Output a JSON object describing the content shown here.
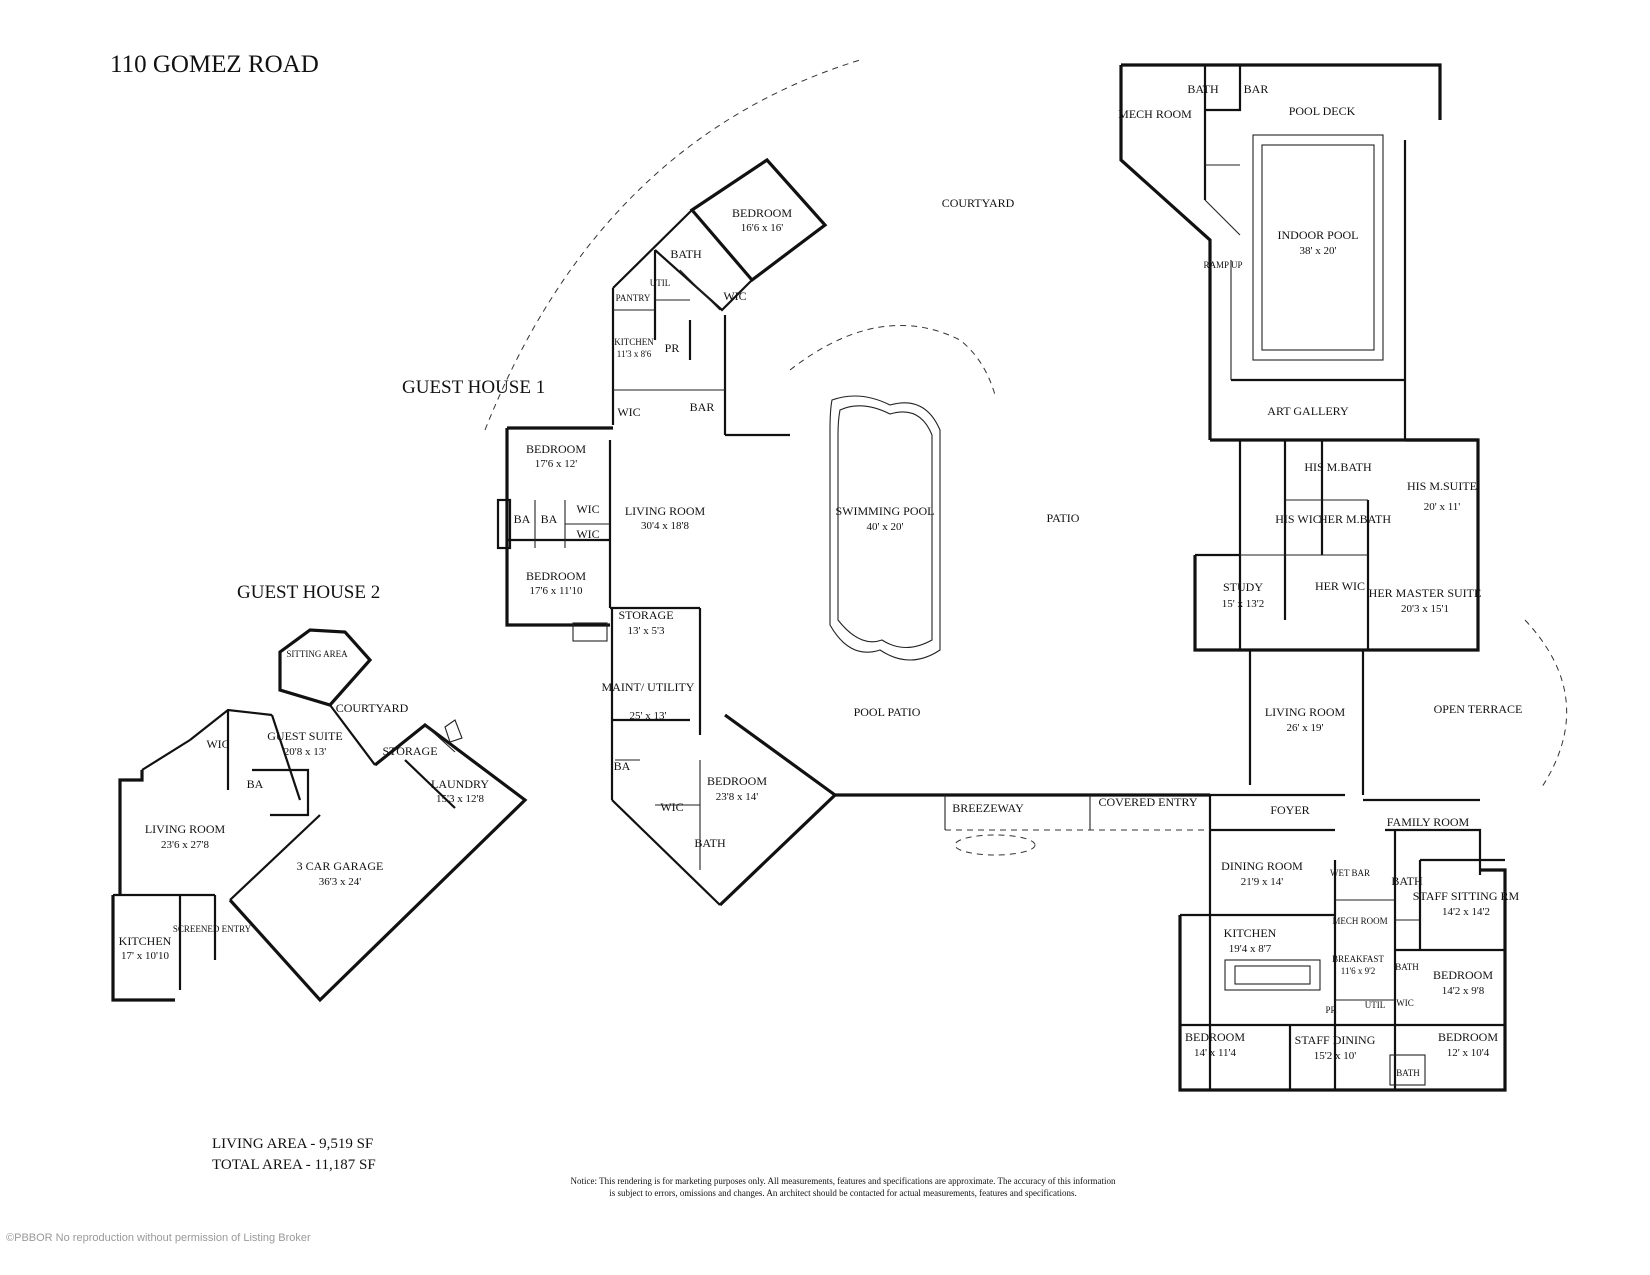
{
  "title": "110 GOMEZ ROAD",
  "sections": {
    "guest_house_1": "GUEST HOUSE 1",
    "guest_house_2": "GUEST HOUSE 2"
  },
  "rooms": [
    {
      "id": "mech-room-n",
      "name": "MECH ROOM",
      "dims": ""
    },
    {
      "id": "bath-pool",
      "name": "BATH",
      "dims": ""
    },
    {
      "id": "bar-pool",
      "name": "BAR",
      "dims": ""
    },
    {
      "id": "pool-deck",
      "name": "POOL DECK",
      "dims": ""
    },
    {
      "id": "indoor-pool",
      "name": "INDOOR POOL",
      "dims": "38' x 20'"
    },
    {
      "id": "ramp-up",
      "name": "RAMP UP",
      "dims": ""
    },
    {
      "id": "courtyard-main",
      "name": "COURTYARD",
      "dims": ""
    },
    {
      "id": "gh1-bedroom-ne",
      "name": "BEDROOM",
      "dims": "16'6 x 16'"
    },
    {
      "id": "gh1-bath",
      "name": "BATH",
      "dims": ""
    },
    {
      "id": "gh1-util",
      "name": "UTIL",
      "dims": ""
    },
    {
      "id": "gh1-pantry",
      "name": "PANTRY",
      "dims": ""
    },
    {
      "id": "gh1-wic-ne",
      "name": "WIC",
      "dims": ""
    },
    {
      "id": "gh1-kitchen",
      "name": "KITCHEN",
      "dims": "11'3 x 8'6"
    },
    {
      "id": "gh1-pr",
      "name": "PR",
      "dims": ""
    },
    {
      "id": "gh1-bar",
      "name": "BAR",
      "dims": ""
    },
    {
      "id": "gh1-wic-n",
      "name": "WIC",
      "dims": ""
    },
    {
      "id": "gh1-bedroom-w1",
      "name": "BEDROOM",
      "dims": "17'6 x 12'"
    },
    {
      "id": "gh1-living",
      "name": "LIVING ROOM",
      "dims": "30'4 x 18'8"
    },
    {
      "id": "gh1-ba1",
      "name": "BA",
      "dims": ""
    },
    {
      "id": "gh1-ba2",
      "name": "BA",
      "dims": ""
    },
    {
      "id": "gh1-wic-a",
      "name": "WIC",
      "dims": ""
    },
    {
      "id": "gh1-wic-b",
      "name": "WIC",
      "dims": ""
    },
    {
      "id": "gh1-bedroom-w2",
      "name": "BEDROOM",
      "dims": "17'6 x 11'10"
    },
    {
      "id": "gh1-storage",
      "name": "STORAGE",
      "dims": "13' x 5'3"
    },
    {
      "id": "gh1-maint",
      "name": "MAINT/ UTILITY",
      "dims": "25' x 13'"
    },
    {
      "id": "gh1-ba3",
      "name": "BA",
      "dims": ""
    },
    {
      "id": "gh1-bedroom-s",
      "name": "BEDROOM",
      "dims": "23'8 x 14'"
    },
    {
      "id": "gh1-wic-s",
      "name": "WIC",
      "dims": ""
    },
    {
      "id": "gh1-bath-s",
      "name": "BATH",
      "dims": ""
    },
    {
      "id": "swimming-pool",
      "name": "SWIMMING POOL",
      "dims": "40' x 20'"
    },
    {
      "id": "patio",
      "name": "PATIO",
      "dims": ""
    },
    {
      "id": "pool-patio",
      "name": "POOL PATIO",
      "dims": ""
    },
    {
      "id": "breezeway",
      "name": "BREEZEWAY",
      "dims": ""
    },
    {
      "id": "covered-entry",
      "name": "COVERED ENTRY",
      "dims": ""
    },
    {
      "id": "art-gallery",
      "name": "ART GALLERY",
      "dims": ""
    },
    {
      "id": "his-mbath",
      "name": "HIS M.BATH",
      "dims": ""
    },
    {
      "id": "his-msuite",
      "name": "HIS M.SUITE",
      "dims": "20' x 11'"
    },
    {
      "id": "his-wic",
      "name": "HIS WIC",
      "dims": ""
    },
    {
      "id": "her-mbath",
      "name": "HER M.BATH",
      "dims": ""
    },
    {
      "id": "study",
      "name": "STUDY",
      "dims": "15' x 13'2"
    },
    {
      "id": "her-wic",
      "name": "HER WIC",
      "dims": ""
    },
    {
      "id": "her-master",
      "name": "HER MASTER SUITE",
      "dims": "20'3 x 15'1"
    },
    {
      "id": "living-main",
      "name": "LIVING ROOM",
      "dims": "26' x 19'"
    },
    {
      "id": "open-terrace",
      "name": "OPEN TERRACE",
      "dims": ""
    },
    {
      "id": "foyer",
      "name": "FOYER",
      "dims": ""
    },
    {
      "id": "family-room",
      "name": "FAMILY ROOM",
      "dims": ""
    },
    {
      "id": "dining-room",
      "name": "DINING ROOM",
      "dims": "21'9 x 14'"
    },
    {
      "id": "wet-bar",
      "name": "WET BAR",
      "dims": ""
    },
    {
      "id": "bath-staff",
      "name": "BATH",
      "dims": ""
    },
    {
      "id": "staff-sitting",
      "name": "STAFF SITTING RM",
      "dims": "14'2 x 14'2"
    },
    {
      "id": "mech-room-s",
      "name": "MECH ROOM",
      "dims": ""
    },
    {
      "id": "kitchen-main",
      "name": "KITCHEN",
      "dims": "19'4 x 8'7"
    },
    {
      "id": "breakfast",
      "name": "BREAKFAST",
      "dims": "11'6 x 9'2"
    },
    {
      "id": "bath-se",
      "name": "BATH",
      "dims": ""
    },
    {
      "id": "bedroom-se",
      "name": "BEDROOM",
      "dims": "14'2 x 9'8"
    },
    {
      "id": "pr-main",
      "name": "PR",
      "dims": ""
    },
    {
      "id": "util-main",
      "name": "UTIL",
      "dims": ""
    },
    {
      "id": "wic-main",
      "name": "WIC",
      "dims": ""
    },
    {
      "id": "bedroom-sw",
      "name": "BEDROOM",
      "dims": "14' x 11'4"
    },
    {
      "id": "staff-dining",
      "name": "STAFF DINING",
      "dims": "15'2 x 10'"
    },
    {
      "id": "bedroom-s2",
      "name": "BEDROOM",
      "dims": "12' x 10'4"
    },
    {
      "id": "bath-s2",
      "name": "BATH",
      "dims": ""
    },
    {
      "id": "gh2-sitting",
      "name": "SITTING AREA",
      "dims": ""
    },
    {
      "id": "gh2-courtyard",
      "name": "COURTYARD",
      "dims": ""
    },
    {
      "id": "gh2-wic",
      "name": "WIC",
      "dims": ""
    },
    {
      "id": "gh2-guest-suite",
      "name": "GUEST SUITE",
      "dims": "20'8 x 13'"
    },
    {
      "id": "gh2-ba",
      "name": "BA",
      "dims": ""
    },
    {
      "id": "gh2-storage",
      "name": "STORAGE",
      "dims": ""
    },
    {
      "id": "gh2-laundry",
      "name": "LAUNDRY",
      "dims": "15'3 x 12'8"
    },
    {
      "id": "gh2-living",
      "name": "LIVING ROOM",
      "dims": "23'6 x 27'8"
    },
    {
      "id": "gh2-garage",
      "name": "3 CAR GARAGE",
      "dims": "36'3 x 24'"
    },
    {
      "id": "gh2-kitchen",
      "name": "KITCHEN",
      "dims": "17' x 10'10"
    },
    {
      "id": "gh2-screened",
      "name": "SCREENED ENTRY",
      "dims": ""
    }
  ],
  "areas": {
    "living": "LIVING AREA - 9,519 SF",
    "total": "TOTAL AREA - 11,187 SF"
  },
  "notice": {
    "line1": "Notice: This rendering is for marketing purposes only. All measurements, features and specifications are approximate. The accuracy of this information",
    "line2": "is subject to errors, omissions and changes. An architect should be contacted for actual measurements, features and specifications."
  },
  "watermark": "©PBBOR No reproduction without permission of Listing Broker"
}
